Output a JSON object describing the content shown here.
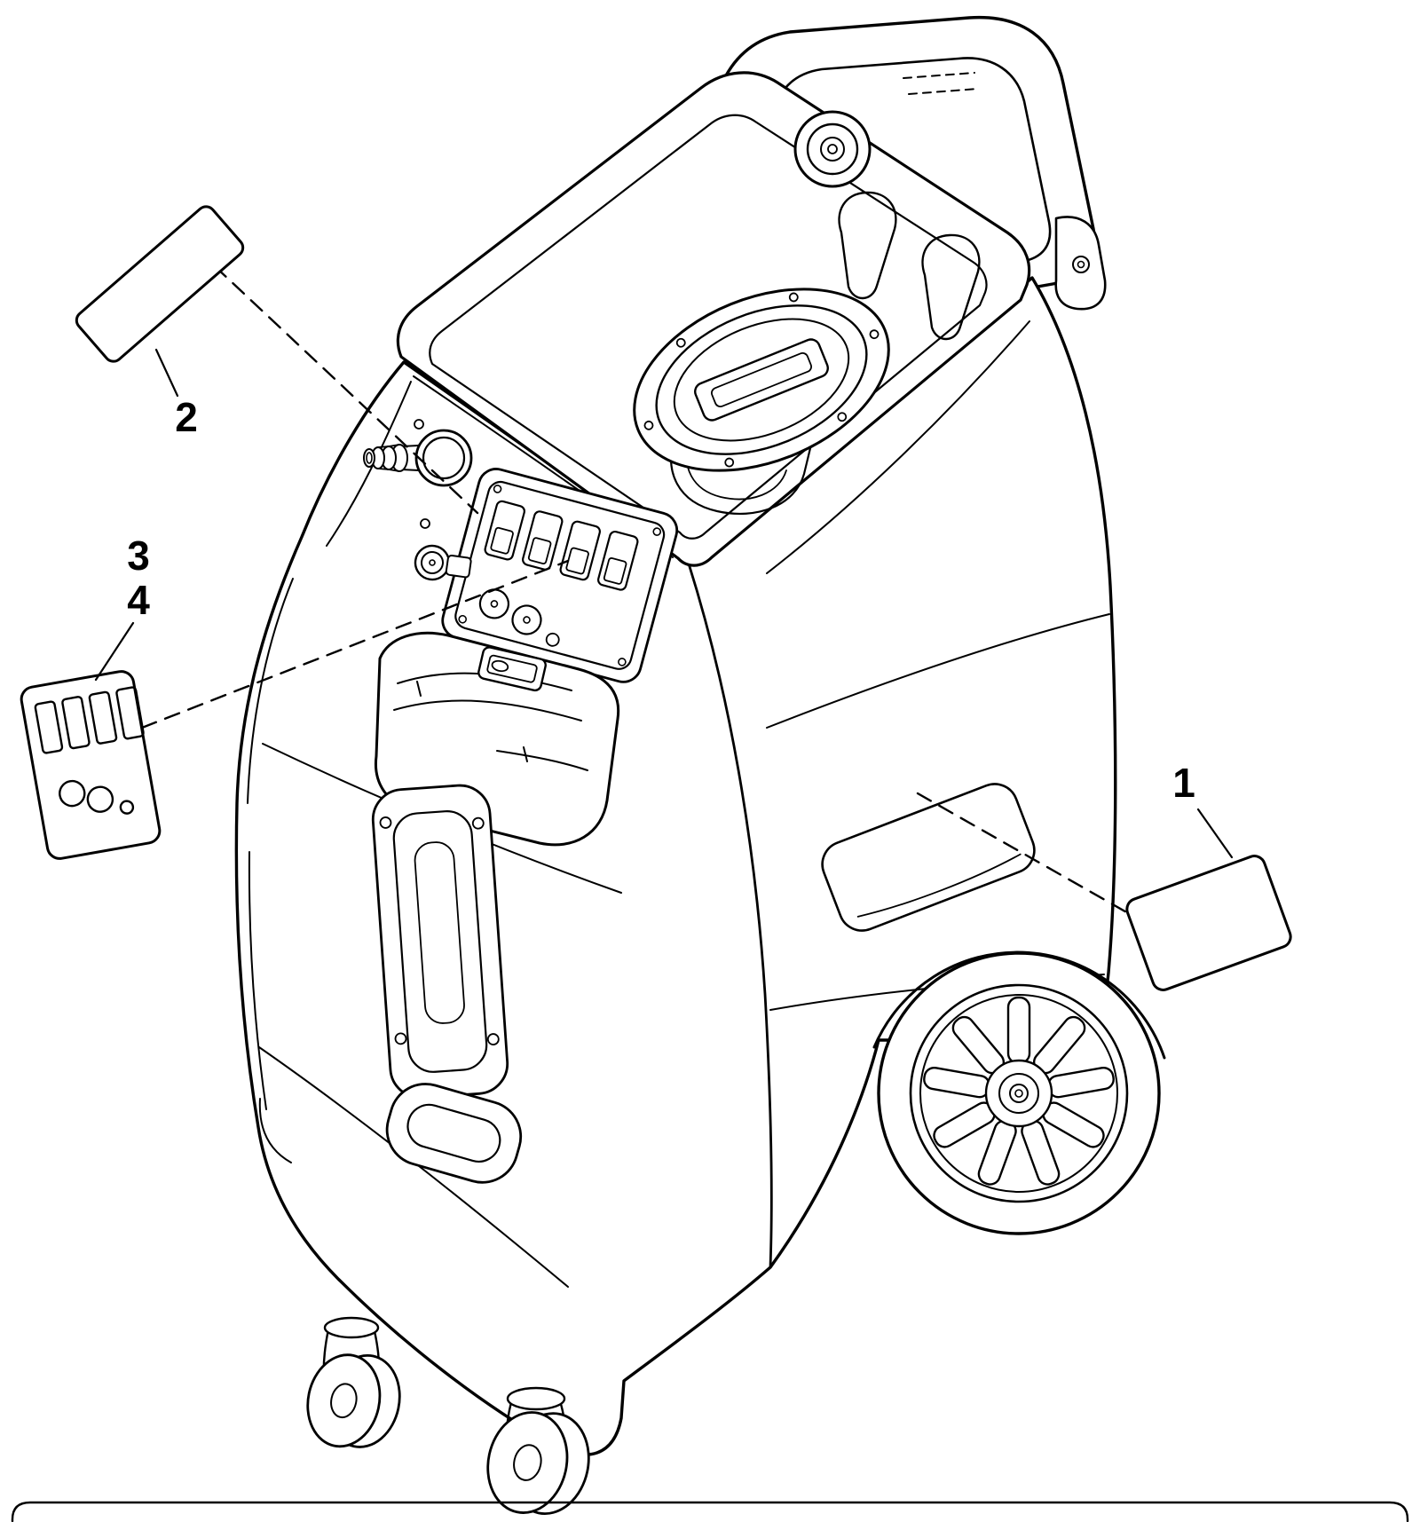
{
  "colors": {
    "line": "#000000",
    "background": "#ffffff"
  },
  "callouts": [
    {
      "label": "1"
    },
    {
      "label": "2"
    },
    {
      "label": "3"
    },
    {
      "label": "4"
    }
  ]
}
